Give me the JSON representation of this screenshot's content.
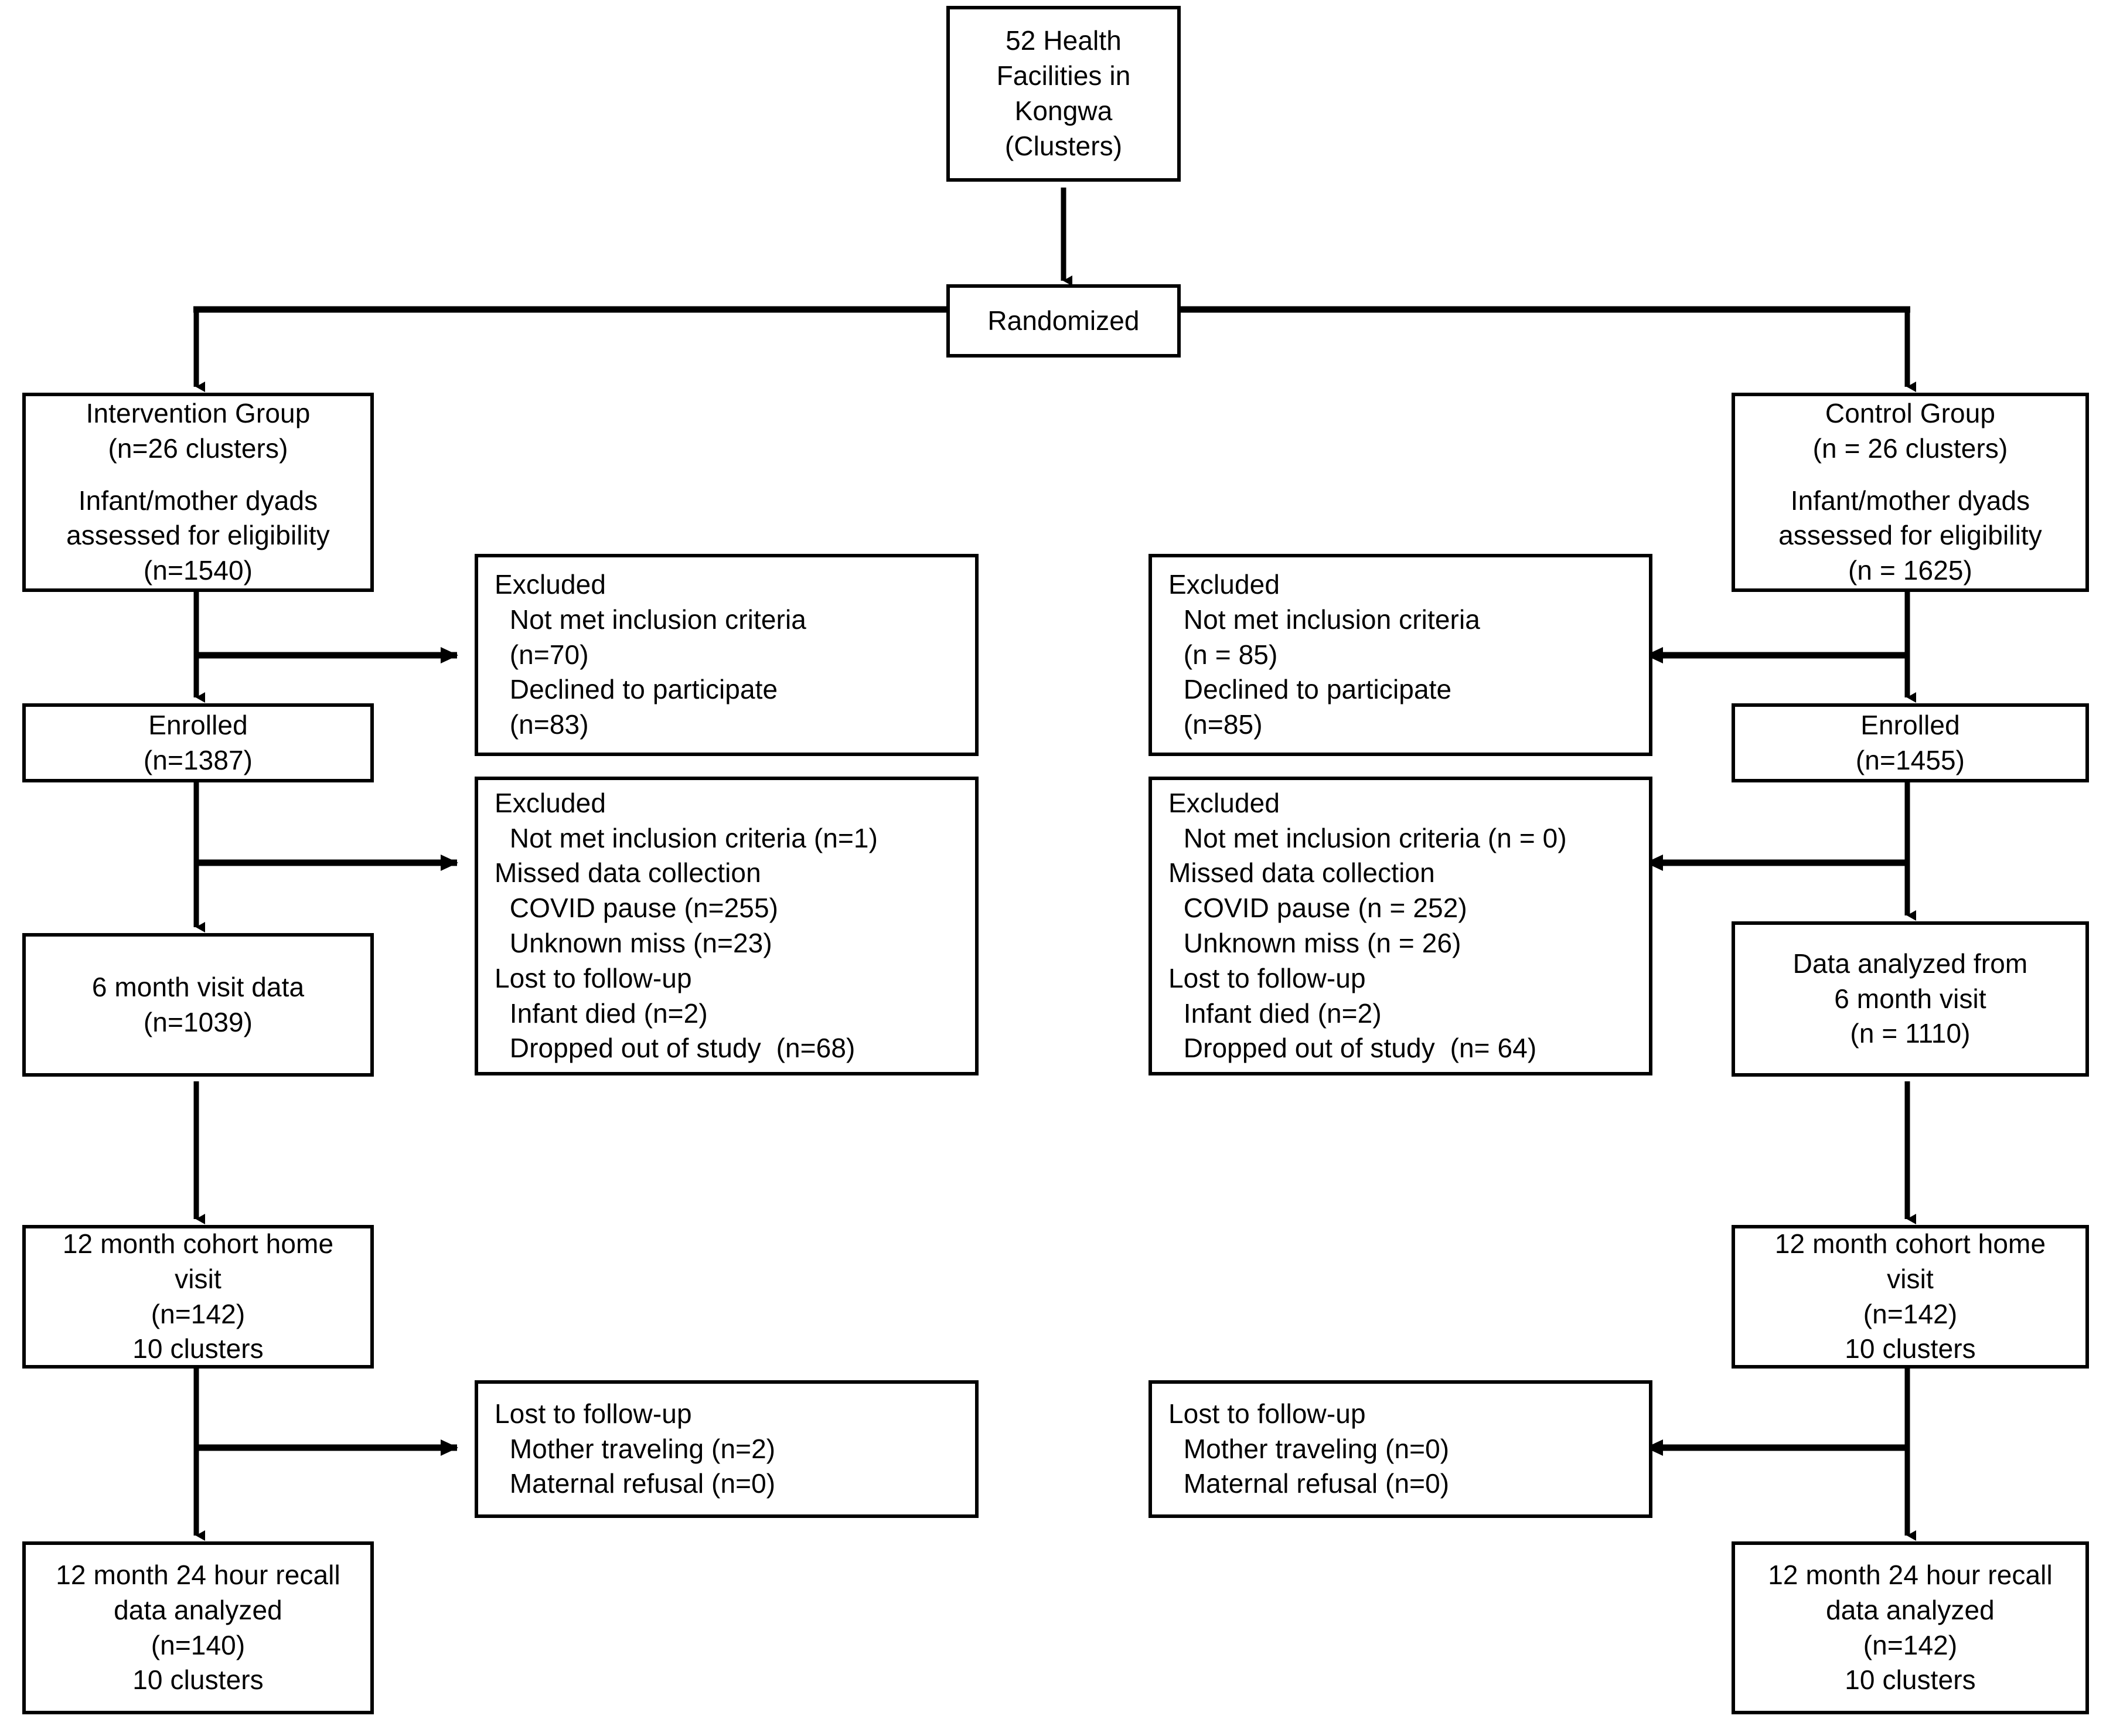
{
  "diagram": {
    "type": "consort-flow-diagram",
    "title": "",
    "colors": {
      "stroke": "#000000",
      "fill": "#ffffff",
      "text": "#000000"
    }
  },
  "nodes": {
    "source": {
      "id": "source",
      "lines": [
        "52 Health",
        "Facilities in",
        "Kongwa",
        "(Clusters)"
      ]
    },
    "randomized": {
      "id": "randomized",
      "lines": [
        "Randomized"
      ]
    },
    "intervention_group": {
      "id": "intervention-group",
      "lines": [
        "Intervention Group",
        "(n=26 clusters)",
        "",
        "Infant/mother dyads",
        "assessed for eligibility",
        "(n=1540)"
      ]
    },
    "control_group": {
      "id": "control-group",
      "lines": [
        "Control Group",
        "(n = 26 clusters)",
        "",
        "Infant/mother dyads",
        "assessed for eligibility",
        "(n = 1625)"
      ]
    },
    "excluded_left_1": {
      "id": "excluded-left-1",
      "lines": [
        "Excluded",
        "  Not met inclusion criteria",
        "  (n=70)",
        "  Declined to participate",
        "  (n=83)"
      ]
    },
    "excluded_right_1": {
      "id": "excluded-right-1",
      "lines": [
        "Excluded",
        "  Not met inclusion criteria",
        "  (n = 85)",
        "  Declined to participate",
        "  (n=85)"
      ]
    },
    "enrolled_left": {
      "id": "enrolled-left",
      "lines": [
        "Enrolled",
        "(n=1387)"
      ]
    },
    "enrolled_right": {
      "id": "enrolled-right",
      "lines": [
        "Enrolled",
        "(n=1455)"
      ]
    },
    "excluded_left_2": {
      "id": "excluded-left-2",
      "lines": [
        "Excluded",
        "  Not met inclusion criteria (n=1)",
        "Missed data collection",
        "  COVID pause (n=255)",
        "  Unknown miss (n=23)",
        "Lost to follow-up",
        "  Infant died (n=2)",
        "  Dropped out of study  (n=68)"
      ]
    },
    "excluded_right_2": {
      "id": "excluded-right-2",
      "lines": [
        "Excluded",
        "  Not met inclusion criteria (n = 0)",
        "Missed data collection",
        "  COVID pause (n = 252)",
        "  Unknown miss (n = 26)",
        "Lost to follow-up",
        "  Infant died (n=2)",
        "  Dropped out of study  (n= 64)"
      ]
    },
    "six_month_left": {
      "id": "six-month-visit-data-left",
      "lines": [
        "6 month visit data",
        "(n=1039)"
      ]
    },
    "six_month_right": {
      "id": "six-month-visit-data-right",
      "lines": [
        "Data analyzed from",
        "6 month visit",
        "(n = 1110)"
      ]
    },
    "twelve_month_home_left": {
      "id": "twelve-month-cohort-home-visit-left",
      "lines": [
        "12 month cohort home",
        "visit",
        "(n=142)",
        "10 clusters"
      ]
    },
    "twelve_month_home_right": {
      "id": "twelve-month-cohort-home-visit-right",
      "lines": [
        "12 month cohort home",
        "visit",
        "(n=142)",
        "10 clusters"
      ]
    },
    "lost_followup_left": {
      "id": "lost-to-followup-left",
      "lines": [
        "Lost to follow-up",
        "  Mother traveling (n=2)",
        "  Maternal refusal (n=0)"
      ]
    },
    "lost_followup_right": {
      "id": "lost-to-followup-right",
      "lines": [
        "Lost to follow-up",
        "  Mother traveling (n=0)",
        "  Maternal refusal (n=0)"
      ]
    },
    "recall_left": {
      "id": "twelve-month-24-hour-recall-left",
      "lines": [
        "12 month 24 hour recall",
        "data analyzed",
        "(n=140)",
        "10 clusters"
      ]
    },
    "recall_right": {
      "id": "twelve-month-24-hour-recall-right",
      "lines": [
        "12 month 24 hour recall",
        "data analyzed",
        "(n=142)",
        "10 clusters"
      ]
    }
  }
}
